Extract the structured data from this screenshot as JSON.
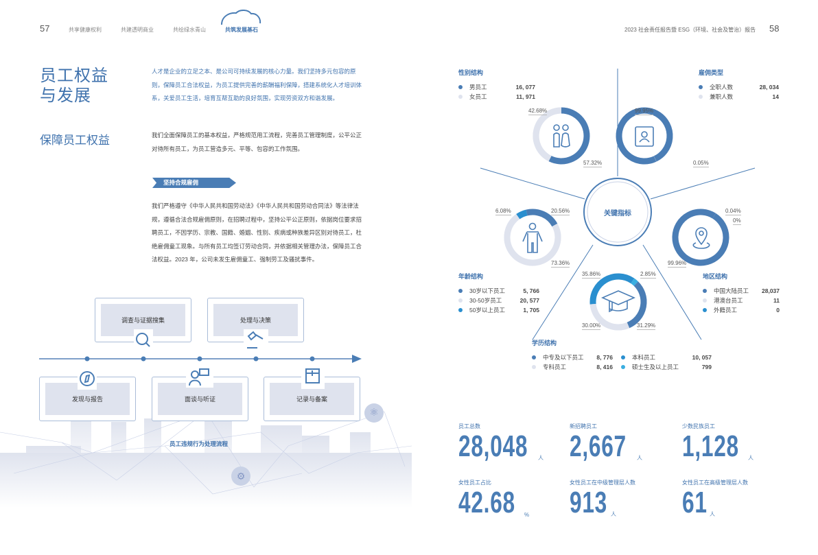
{
  "header": {
    "left_page": "57",
    "right_page": "58",
    "nav": [
      "共享健康权利",
      "共建透明商业",
      "共绘绿水青山",
      "共筑发展基石"
    ],
    "report_title": "2023 社会责任报告暨 ESG（环境、社会及管治）报告"
  },
  "left": {
    "title_line1": "员工权益",
    "title_line2": "与发展",
    "subtitle": "保障员工权益",
    "intro": "人才是企业的立足之本、是公司可持续发展的核心力量。我们坚持多元包容的原则，保障员工合法权益，为员工提供完善的薪酬福利保障，搭建系统化人才培训体系，关爱员工生活，培育互帮互助的良好氛围，实现劳资双方和谐发展。",
    "para1": "我们全面保障员工的基本权益，严格规范用工流程，完善员工管理制度，公平公正对待所有员工，为员工营造多元、平等、包容的工作氛围。",
    "tag": "坚持合规雇佣",
    "para2": "我们严格遵守《中华人民共和国劳动法》《中华人民共和国劳动合同法》等法律法规，遵循合法合规雇佣原则，在招聘过程中，坚持公平公正原则，依据岗位要求招聘员工，不因学历、宗教、国籍、婚姻、性别、疾病或种族差异区别对待员工，杜绝雇佣童工现象。与所有员工均签订劳动合同，并依据相关管理办法，保障员工合法权益。2023 年，公司未发生雇佣童工、强制劳工及骚扰事件。",
    "flow": {
      "steps": [
        "发现与报告",
        "调查与证据搜集",
        "面谈与听证",
        "处理与决策",
        "记录与备案"
      ],
      "caption": "员工违规行为处理流程"
    }
  },
  "right": {
    "center": "关键指标",
    "colors": {
      "dark": "#4a7db5",
      "light": "#dfe3ee",
      "bright": "#2a8fcf",
      "cyan": "#3aaee0"
    },
    "charts": [
      {
        "title": "性别结构",
        "items": [
          {
            "label": "男员工",
            "value": "16, 077",
            "pct": 57.32,
            "pct_label": "57.32%",
            "color": "#4a7db5"
          },
          {
            "label": "女员工",
            "value": "11, 971",
            "pct": 42.68,
            "pct_label": "42.68%",
            "color": "#dfe3ee"
          }
        ]
      },
      {
        "title": "雇佣类型",
        "items": [
          {
            "label": "全职人数",
            "value": "28, 034",
            "pct": 99.95,
            "pct_label": "99.95%",
            "color": "#4a7db5"
          },
          {
            "label": "兼职人数",
            "value": "14",
            "pct": 0.05,
            "pct_label": "0.05%",
            "color": "#dfe3ee"
          }
        ]
      },
      {
        "title": "年龄结构",
        "items": [
          {
            "label": "30岁以下员工",
            "value": "5, 766",
            "pct": 20.56,
            "pct_label": "20.56%",
            "color": "#4a7db5"
          },
          {
            "label": "30-50岁员工",
            "value": "20, 577",
            "pct": 73.36,
            "pct_label": "73.36%",
            "color": "#dfe3ee"
          },
          {
            "label": "50岁以上员工",
            "value": "1, 705",
            "pct": 6.08,
            "pct_label": "6.08%",
            "color": "#2a8fcf"
          }
        ]
      },
      {
        "title": "地区结构",
        "items": [
          {
            "label": "中国大陆员工",
            "value": "28,037",
            "pct": 99.96,
            "pct_label": "99.96%",
            "color": "#4a7db5"
          },
          {
            "label": "港澳台员工",
            "value": "11",
            "pct": 0.04,
            "pct_label": "0.04%",
            "color": "#dfe3ee"
          },
          {
            "label": "外籍员工",
            "value": "0",
            "pct": 0,
            "pct_label": "0%",
            "color": "#2a8fcf"
          }
        ]
      },
      {
        "title": "学历结构",
        "items": [
          {
            "label": "中专及以下员工",
            "value": "8, 776",
            "pct": 31.29,
            "pct_label": "31.29%",
            "color": "#4a7db5"
          },
          {
            "label": "专科员工",
            "value": "8, 416",
            "pct": 30.0,
            "pct_label": "30.00%",
            "color": "#dfe3ee"
          },
          {
            "label": "本科员工",
            "value": "10, 057",
            "pct": 35.86,
            "pct_label": "35.86%",
            "color": "#2a8fcf"
          },
          {
            "label": "硕士生及以上员工",
            "value": "799",
            "pct": 2.85,
            "pct_label": "2.85%",
            "color": "#3aaee0"
          }
        ]
      }
    ],
    "kpis": [
      {
        "label": "员工总数",
        "value": "28,048",
        "unit": "人"
      },
      {
        "label": "新招聘员工",
        "value": "2,667",
        "unit": "人"
      },
      {
        "label": "少数民族员工",
        "value": "1,128",
        "unit": "人"
      },
      {
        "label": "女性员工占比",
        "value": "42.68",
        "unit": "%"
      },
      {
        "label": "女性员工在中级管理层人数",
        "value": "913",
        "unit": "人"
      },
      {
        "label": "女性员工在高级管理层人数",
        "value": "61",
        "unit": "人"
      }
    ]
  }
}
